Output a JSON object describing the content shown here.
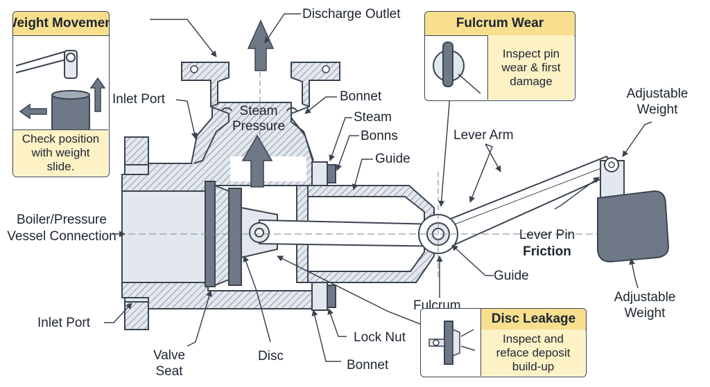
{
  "callouts": {
    "weight_movement": {
      "title": "Weight Movement",
      "note": "Check position with weight slide."
    },
    "fulcrum_wear": {
      "title": "Fulcrum Wear",
      "note": "Inspect pin wear & first damage"
    },
    "disc_leakage": {
      "title": "Disc Leakage",
      "note": "Inspect and reface deposit build-up"
    }
  },
  "labels": {
    "discharge_outlet": "Discharge Outlet",
    "inlet_port_top": "Inlet Port",
    "bonnet_top": "Bonnet",
    "steam": "Steam",
    "bonns": "Bonns",
    "guide_top": "Guide",
    "lever_arm": "Lever Arm",
    "adjustable_weight_top": "Adjustable Weight",
    "steam_pressure": "Steam Pressure",
    "boiler_connection": "Boiler/Pressure Vessel Connection",
    "lever_pin": "Lever Pin",
    "friction": "Friction",
    "guide_bottom": "Guide",
    "fulcrum": "Fulcrum",
    "inlet_port_bottom": "Inlet Port",
    "lock_nut": "Lock Nut",
    "valve_seat": "Valve Seat",
    "disc": "Disc",
    "bonnet_bottom": "Bonnet",
    "adjustable_weight_bottom": "Adjustable Weight"
  },
  "colors": {
    "body_fill": "#e3e8ee",
    "dark_fill": "#6f7886",
    "outline": "#3a4350",
    "callout_header": "#f7df8e",
    "callout_note": "#fdf1c6"
  }
}
